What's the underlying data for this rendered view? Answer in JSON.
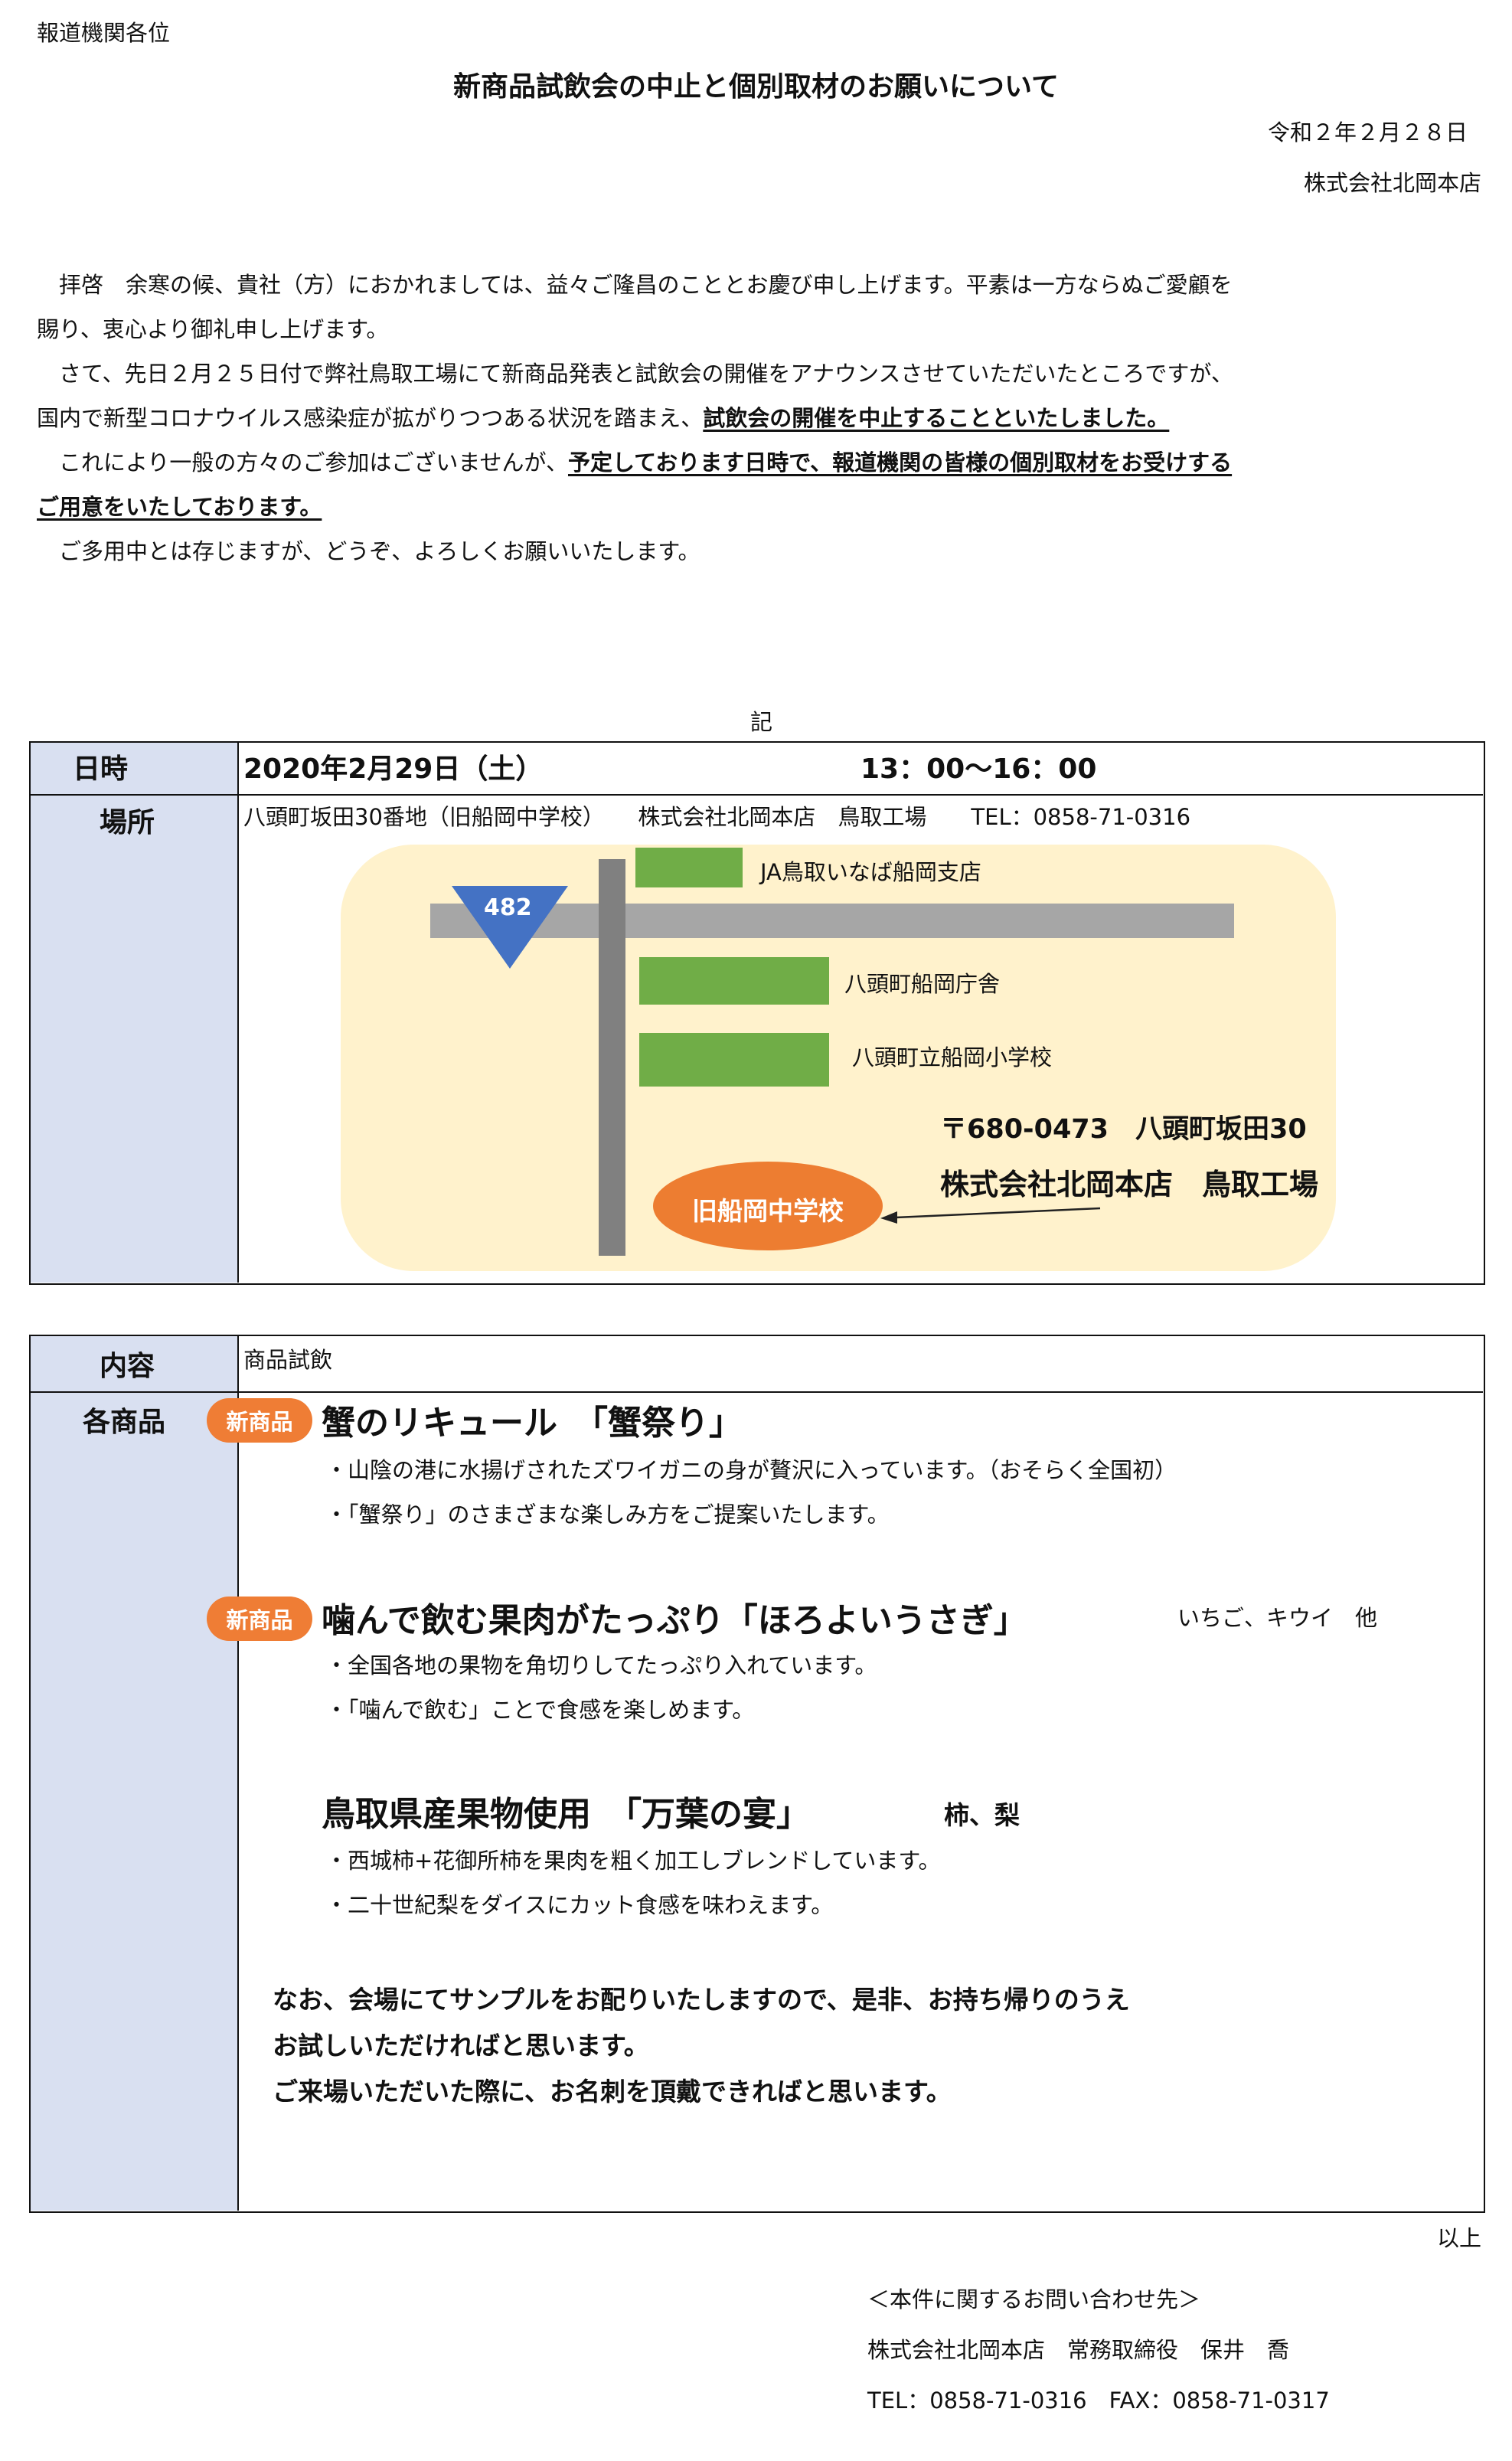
{
  "header": {
    "addressee": "報道機関各位",
    "title": "新商品試飲会の中止と個別取材のお願いについて",
    "date": "令和２年２月２８日",
    "company": "株式会社北岡本店"
  },
  "body": {
    "p1_line1": "　拝啓　余寒の候、貴社（方）におかれましては、益々ご隆昌のこととお慶び申し上げます。平素は一方ならぬご愛顧を",
    "p1_line2": "賜り、衷心より御礼申し上げます。",
    "p2_line1": "　さて、先日２月２５日付で弊社鳥取工場にて新商品発表と試飲会の開催をアナウンスさせていただいたところですが、",
    "p2_line2_a": "国内で新型コロナウイルス感染症が拡がりつつある状況を踏まえ、",
    "p2_line2_b": "試飲会の開催を中止することといたしました。",
    "p3_line1_a": "　これにより一般の方々のご参加はございませんが、",
    "p3_line1_b": "予定しております日時で、報道機関の皆様の個別取材をお受けする",
    "p3_line2": "ご用意をいたしております。",
    "p4": "　ご多用中とは存じますが、どうぞ、よろしくお願いいたします。",
    "ki": "記"
  },
  "schedule": {
    "date_label": "日時",
    "date_value": "2020年2月29日（土）",
    "time_value": "13：00～16：00",
    "place_label": "場所",
    "place_value": "八頭町坂田30番地（旧船岡中学校）　　株式会社北岡本店　鳥取工場　　TEL：0858-71-0316"
  },
  "map": {
    "route_number": "482",
    "ja_label": "JA鳥取いなば船岡支店",
    "office_label": "八頭町船岡庁舎",
    "school_label": "八頭町立船岡小学校",
    "address_line": "〒680-0473　八頭町坂田30",
    "factory_line": "株式会社北岡本店　鳥取工場",
    "venue_label": "旧船岡中学校",
    "colors": {
      "area": "#fff2cc",
      "road": "#a6a6a6",
      "road_dark": "#808080",
      "building": "#70ad47",
      "venue": "#ed7d31",
      "route": "#4472c4"
    }
  },
  "content": {
    "content_label": "内容",
    "content_value": "商品試飲",
    "products_label": "各商品",
    "badge": "新商品",
    "product1": {
      "name": "蟹のリキュール　「蟹祭り」",
      "bullet1": "・山陰の港に水揚げされたズワイガニの身が贅沢に入っています。（おそらく全国初）",
      "bullet2": "・「蟹祭り」のさまざまな楽しみ方をご提案いたします。"
    },
    "product2": {
      "name": "噛んで飲む果肉がたっぷり「ほろよいうさぎ」",
      "variants": "いちご、キウイ　他",
      "bullet1": "・全国各地の果物を角切りしてたっぷり入れています。",
      "bullet2": "・「噛んで飲む」ことで食感を楽しめます。"
    },
    "product3": {
      "name": "鳥取県産果物使用　「万葉の宴」",
      "variants": "柿、梨",
      "bullet1": "・西城柿+花御所柿を果肉を粗く加工しブレンドしています。",
      "bullet2": "・二十世紀梨をダイスにカット食感を味わえます。"
    },
    "note1": "なお、会場にてサンプルをお配りいたしますので、是非、お持ち帰りのうえ",
    "note2": "お試しいただければと思います。",
    "note3": "ご来場いただいた際に、お名刺を頂戴できればと思います。"
  },
  "footer": {
    "ijo": "以上",
    "contact_heading": "＜本件に関するお問い合わせ先＞",
    "contact_name": "株式会社北岡本店　常務取締役　保井　喬",
    "contact_tel": "TEL：0858-71-0316　FAX：0858-71-0317"
  }
}
